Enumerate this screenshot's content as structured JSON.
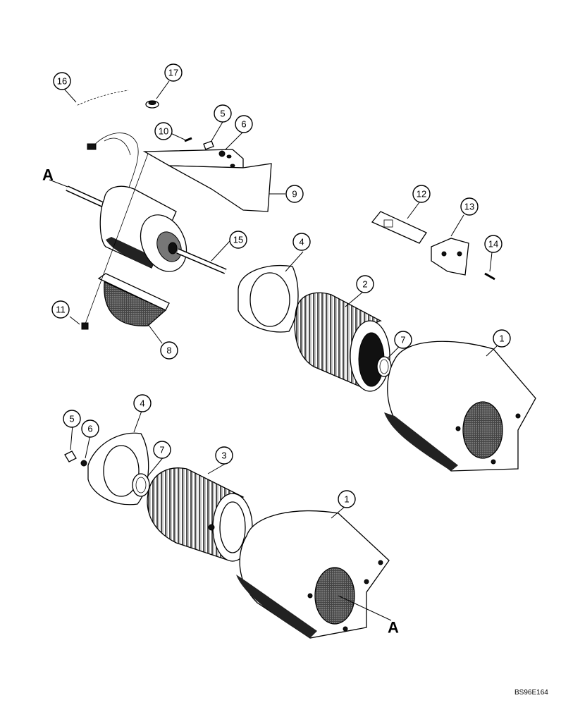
{
  "callouts": {
    "c1a": "1",
    "c1b": "1",
    "c2": "2",
    "c3": "3",
    "c4a": "4",
    "c4b": "4",
    "c5a": "5",
    "c5b": "5",
    "c6a": "6",
    "c6b": "6",
    "c7a": "7",
    "c7b": "7",
    "c8": "8",
    "c9": "9",
    "c10": "10",
    "c11": "11",
    "c12": "12",
    "c13": "13",
    "c14": "14",
    "c15": "15",
    "c16": "16",
    "c17": "17"
  },
  "reference_letters": {
    "a_top": "A",
    "a_bottom": "A"
  },
  "figure_code": "BS96E164"
}
